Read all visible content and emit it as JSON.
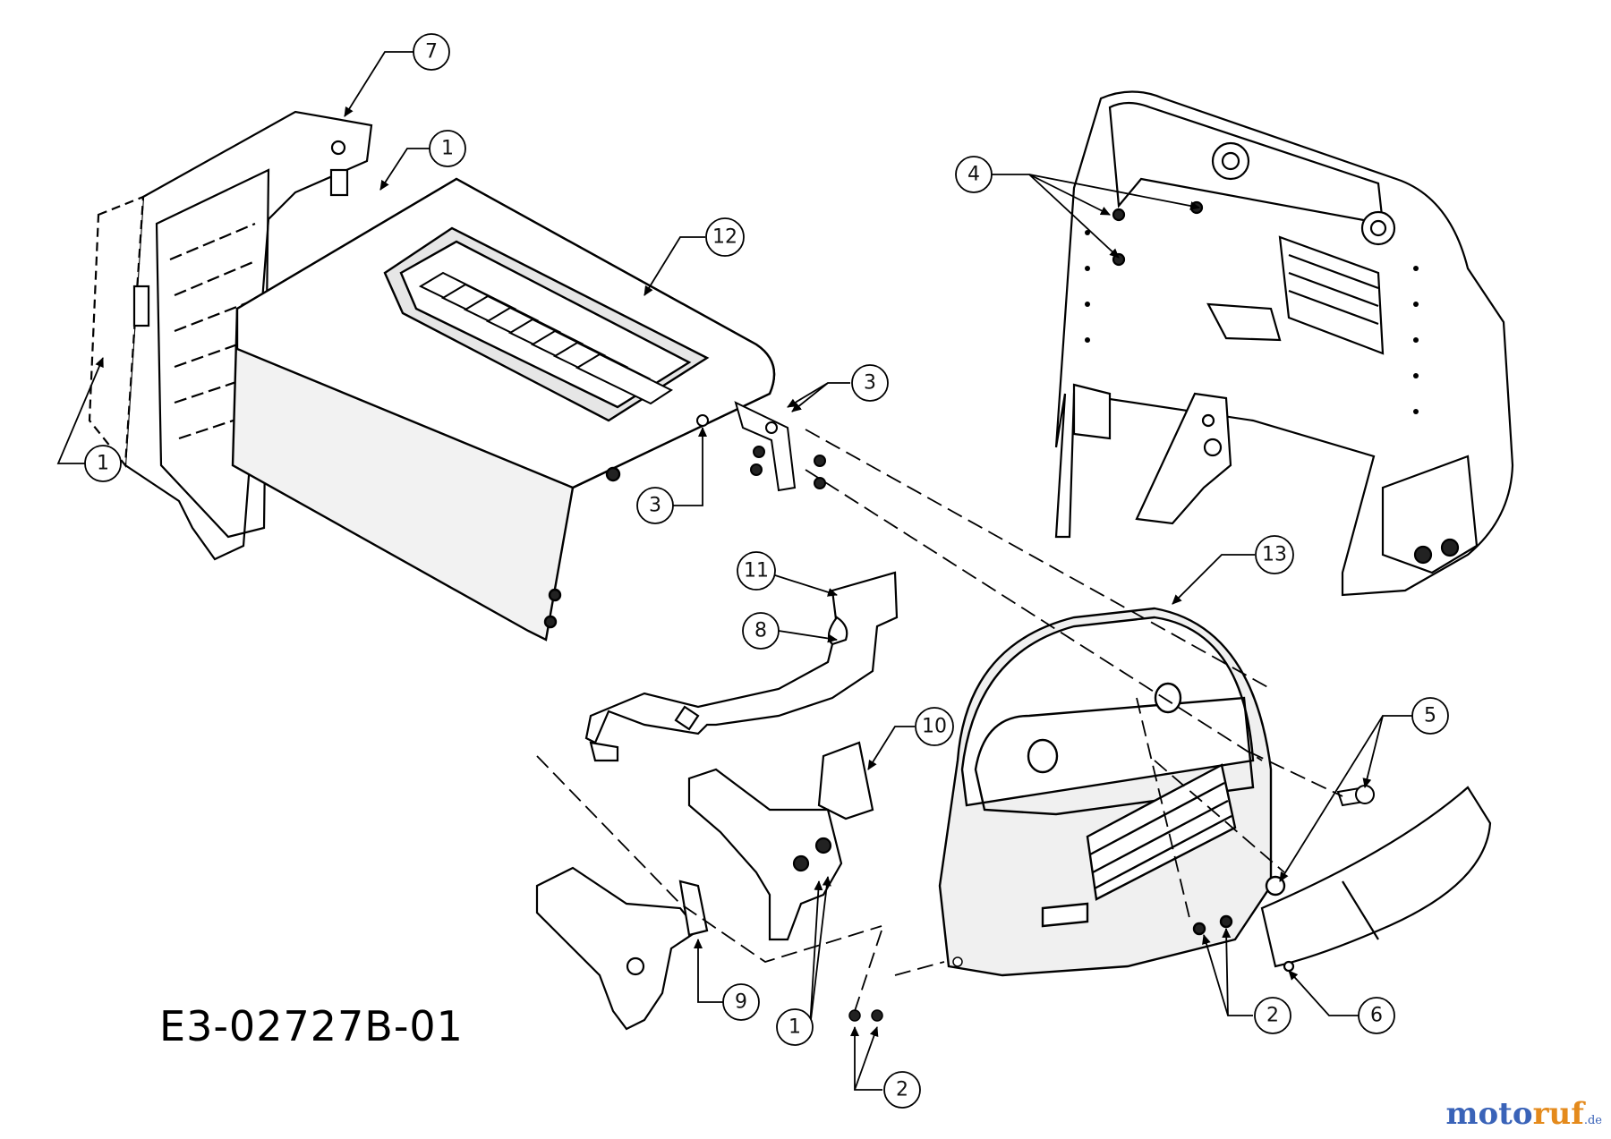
{
  "diagram": {
    "drawing_code": "E3-02727B-01",
    "callouts": [
      "7",
      "1",
      "1",
      "12",
      "3",
      "3",
      "4",
      "13",
      "11",
      "8",
      "10",
      "5",
      "6",
      "9",
      "1",
      "2",
      "2"
    ],
    "watermark": {
      "part1": "moto",
      "part2": "ruf",
      "part3": ".de"
    }
  }
}
